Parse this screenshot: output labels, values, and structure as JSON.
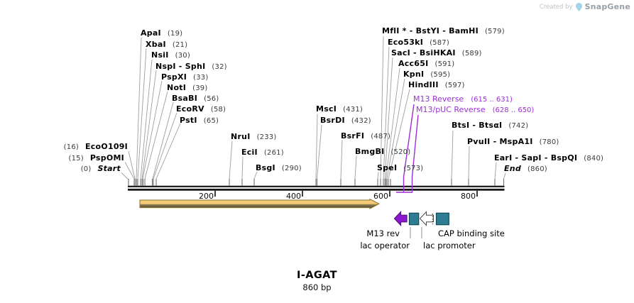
{
  "watermark": {
    "created_by": "Created by",
    "brand": "SnapGene"
  },
  "map": {
    "title": "I-AGAT",
    "length": "860 bp",
    "ruler_ticks": [
      "200",
      "400",
      "600",
      "800"
    ]
  },
  "sites": [
    {
      "name": "ApaI",
      "pos": "(19)"
    },
    {
      "name": "XbaI",
      "pos": "(21)"
    },
    {
      "name": "NsiI",
      "pos": "(30)"
    },
    {
      "name": "NspI - SphI",
      "pos": "(32)"
    },
    {
      "name": "PspXI",
      "pos": "(33)"
    },
    {
      "name": "NotI",
      "pos": "(39)"
    },
    {
      "name": "BsaBI",
      "pos": "(56)"
    },
    {
      "name": "EcoRV",
      "pos": "(58)"
    },
    {
      "name": "PstI",
      "pos": "(65)"
    },
    {
      "name": "EcoO109I",
      "pos": "(16)"
    },
    {
      "name": "PspOMI",
      "pos": "(15)"
    },
    {
      "name": "Start",
      "pos": "(0)"
    },
    {
      "name": "NruI",
      "pos": "(233)"
    },
    {
      "name": "EciI",
      "pos": "(261)"
    },
    {
      "name": "BsgI",
      "pos": "(290)"
    },
    {
      "name": "MscI",
      "pos": "(431)"
    },
    {
      "name": "BsrDI",
      "pos": "(432)"
    },
    {
      "name": "BsrFI",
      "pos": "(487)"
    },
    {
      "name": "BmgBI",
      "pos": "(520)"
    },
    {
      "name": "SpeI",
      "pos": "(573)"
    },
    {
      "name": "MflI * - BstYI - BamHI",
      "pos": "(579)"
    },
    {
      "name": "Eco53kI",
      "pos": "(587)"
    },
    {
      "name": "SacI - BsiHKAI",
      "pos": "(589)"
    },
    {
      "name": "Acc65I",
      "pos": "(591)"
    },
    {
      "name": "KpnI",
      "pos": "(595)"
    },
    {
      "name": "HindIII",
      "pos": "(597)"
    },
    {
      "name": "BtsI - BtsαI",
      "pos": "(742)"
    },
    {
      "name": "PvuII - MspA1I",
      "pos": "(780)"
    },
    {
      "name": "EarI - SapI - BspQI",
      "pos": "(840)"
    },
    {
      "name": "End",
      "pos": "(860)"
    }
  ],
  "primers": [
    {
      "name": "M13 Reverse",
      "range": "(615 .. 631)"
    },
    {
      "name": "M13/pUC Reverse",
      "range": "(628 .. 650)"
    }
  ],
  "features": [
    {
      "label": "M13 rev"
    },
    {
      "label": "lac operator"
    },
    {
      "label": "lac promoter"
    },
    {
      "label": "CAP binding site"
    }
  ],
  "colors": {
    "primer_purple": "#9b2fd8",
    "feature_teal": "#2e7d92",
    "arrow_tan": "#f6cf7d",
    "arrow_dark": "#56503f",
    "sequence_line": "#161616",
    "leader_gray": "#9e9e9e"
  }
}
